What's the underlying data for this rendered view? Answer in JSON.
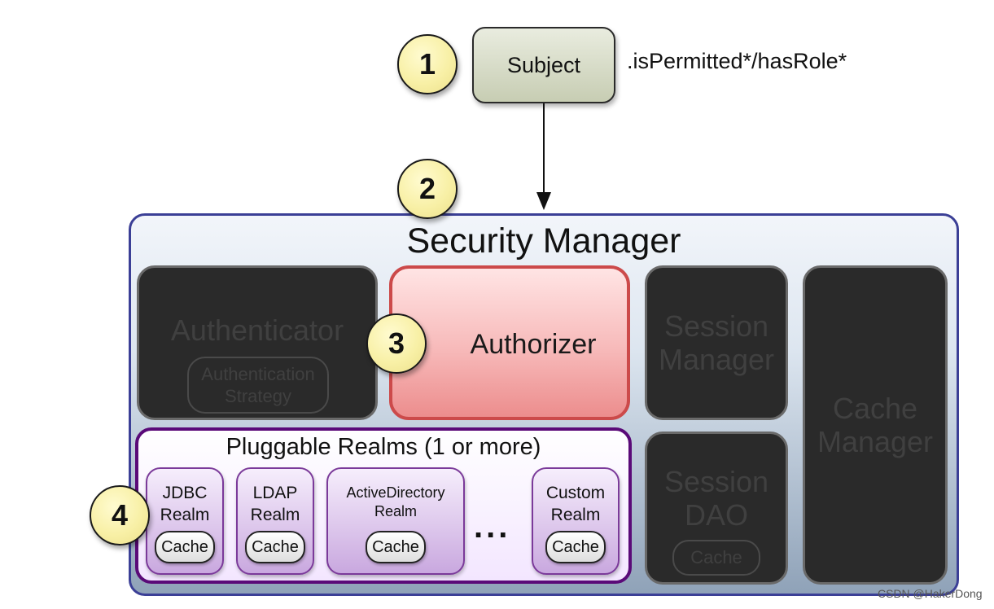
{
  "subject": {
    "label": "Subject",
    "method": ".isPermitted*/hasRole*"
  },
  "steps": [
    "1",
    "2",
    "3",
    "4"
  ],
  "security_manager": {
    "title": "Security Manager",
    "authenticator": {
      "label": "Authenticator",
      "strategy": "Authentication Strategy"
    },
    "authorizer": {
      "label": "Authorizer"
    },
    "session_manager": {
      "label": "Session Manager"
    },
    "cache_manager": {
      "label": "Cache Manager"
    },
    "session_dao": {
      "label": "Session DAO",
      "cache": "Cache"
    },
    "realms": {
      "title": "Pluggable Realms (1 or more)",
      "items": [
        {
          "label": "JDBC Realm",
          "cache": "Cache"
        },
        {
          "label": "LDAP Realm",
          "cache": "Cache"
        },
        {
          "label": "ActiveDirectory Realm",
          "cache": "Cache"
        },
        {
          "label": "Custom Realm",
          "cache": "Cache"
        }
      ],
      "ellipsis": "..."
    }
  },
  "watermark": "CSDN @HakerDong",
  "colors": {
    "step_circle": "#f8f0a6",
    "authorizer": "#f7b9b9",
    "authorizer_border": "#cc4a4a",
    "realms_border": "#5a0a78",
    "security_manager_border": "#3b3f96",
    "dark_component": "#2a2a2a"
  }
}
